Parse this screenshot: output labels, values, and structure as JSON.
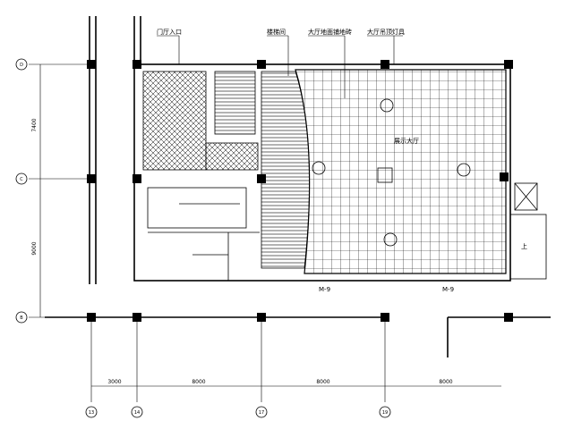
{
  "title": "",
  "annotations": {
    "room_a": "门厅入口",
    "room_b": "楼梯间",
    "room_c": "大厅地面铺地砖",
    "room_d": "大厅吊顶灯具",
    "hall": "展示大厅",
    "stair": "上",
    "door_m9_a": "M-9",
    "door_m9_b": "M-9"
  },
  "axes_horizontal": [
    "13",
    "14",
    "17",
    "19"
  ],
  "axes_vertical": [
    "D",
    "C",
    "B"
  ],
  "dimensions_horizontal": [
    "3000",
    "8000",
    "8000",
    "8000"
  ],
  "dimensions_vertical": [
    "7400",
    "9000"
  ]
}
